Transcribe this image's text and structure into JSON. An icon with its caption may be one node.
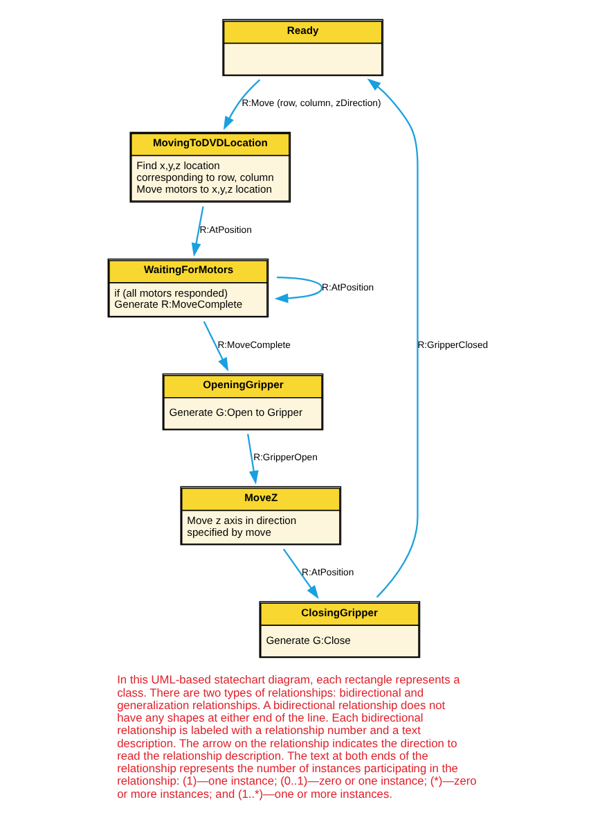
{
  "diagram": {
    "caption": "In this UML-based statechart diagram, each rectangle represents a class. There are two types of relationships: bidirectional and generalization relationships. A bidirectional relationship does not have any shapes at either end of the line. Each bidirectional relationship is labeled with a relationship number and a text description. The arrow on the relationship indicates the direction to read the relationship description. The text at both ends of the relationship represents the number of instances participating in the relationship: (1)—one instance; (0..1)—zero or one instance; (*)—zero or more instances; and (1..*)—one or more instances.",
    "nodes": [
      {
        "text": [
          "Ready"
        ]
      },
      {
        "text": [
          "MovingToDVDLocation",
          "Find x,y,z location corresponding to row, column Move motors to x,y,z location"
        ]
      },
      {
        "text": [
          "WaitingForMotors",
          "if (all motors responded) Generate R:MoveComplete"
        ]
      },
      {
        "text": [
          "OpeningGripper",
          "Generate G:Open to Gripper"
        ]
      },
      {
        "text": [
          "MoveZ",
          "Move z axis in direction specified by move"
        ]
      },
      {
        "text": [
          "ClosingGripper",
          "Generate G:Close"
        ]
      }
    ],
    "edges": [
      {
        "from": 0,
        "to": 1,
        "arrow": "to",
        "label": "R:Move (row, column, zDirection)"
      },
      {
        "from": 1,
        "to": 2,
        "arrow": "to",
        "label": "R:AtPosition"
      },
      {
        "from": 2,
        "to": 2,
        "arrow": "to",
        "label": "R:AtPosition"
      },
      {
        "from": 2,
        "to": 3,
        "arrow": "to",
        "label": "R:MoveComplete"
      },
      {
        "from": 3,
        "to": 4,
        "arrow": "to",
        "label": "R:GripperOpen"
      },
      {
        "from": 4,
        "to": 5,
        "arrow": "to",
        "label": "R:AtPosition"
      },
      {
        "from": 5,
        "to": 0,
        "arrow": "to",
        "label": "R:GripperClosed"
      }
    ]
  }
}
